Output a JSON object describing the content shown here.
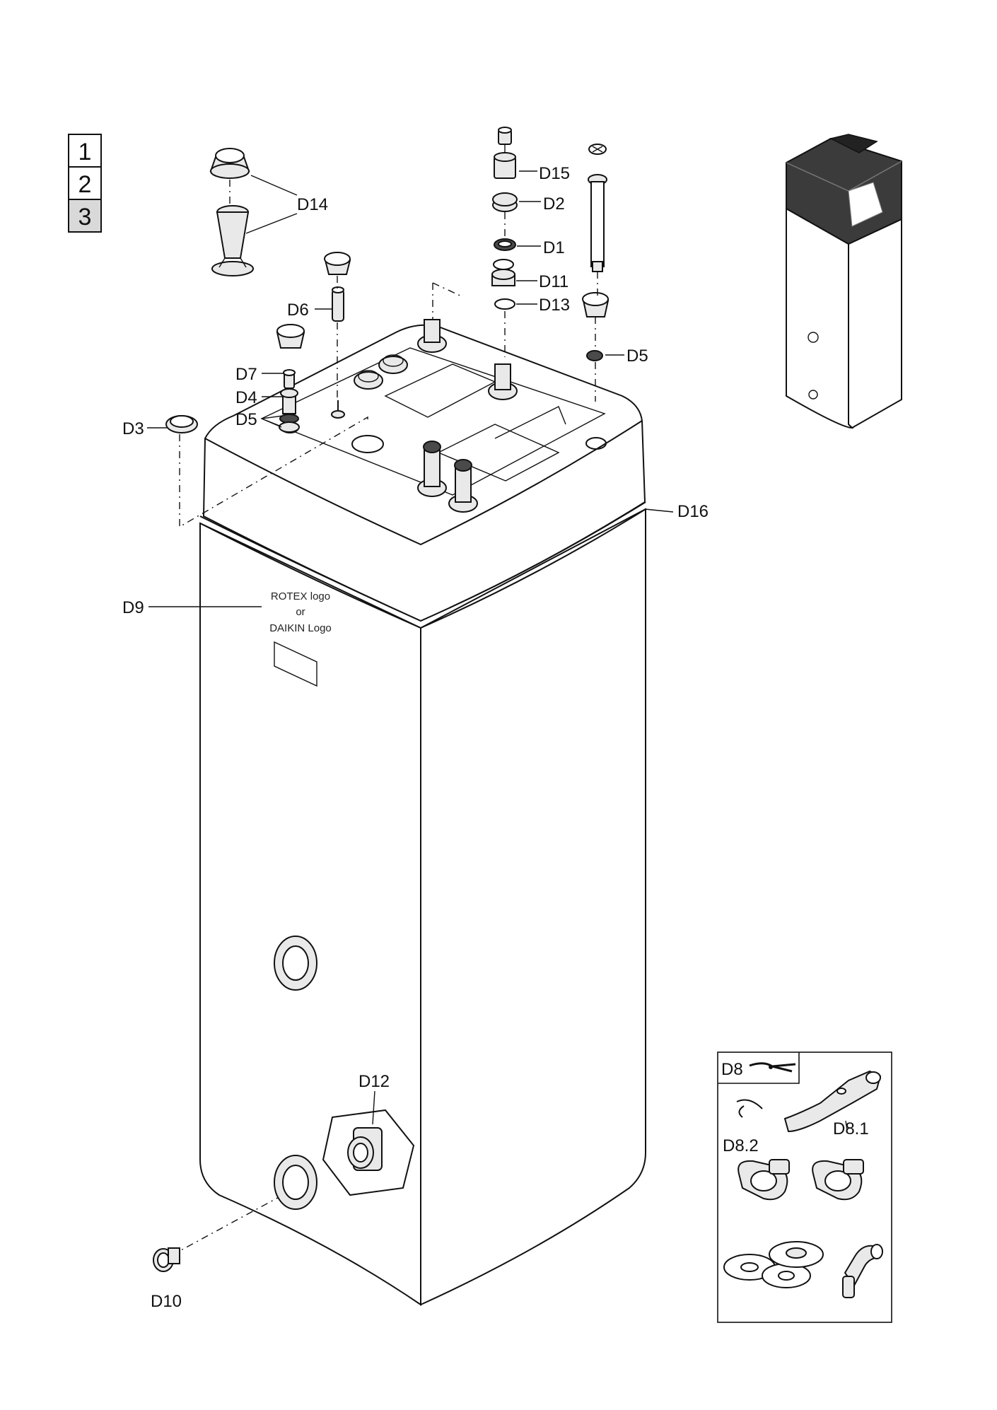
{
  "page_selector": {
    "pages": [
      "1",
      "2",
      "3"
    ],
    "active": "3"
  },
  "labels": {
    "D14": "D14",
    "D15": "D15",
    "D2": "D2",
    "D1": "D1",
    "D11": "D11",
    "D13": "D13",
    "D6": "D6",
    "D5_right": "D5",
    "D7": "D7",
    "D4": "D4",
    "D5_left": "D5",
    "D3": "D3",
    "D16": "D16",
    "D9": "D9",
    "D12": "D12",
    "D10": "D10",
    "D8": "D8",
    "D8_1": "D8.1",
    "D8_2": "D8.2"
  },
  "logo_note": {
    "line1": "ROTEX logo",
    "line2": "or",
    "line3": "DAIKIN Logo"
  }
}
